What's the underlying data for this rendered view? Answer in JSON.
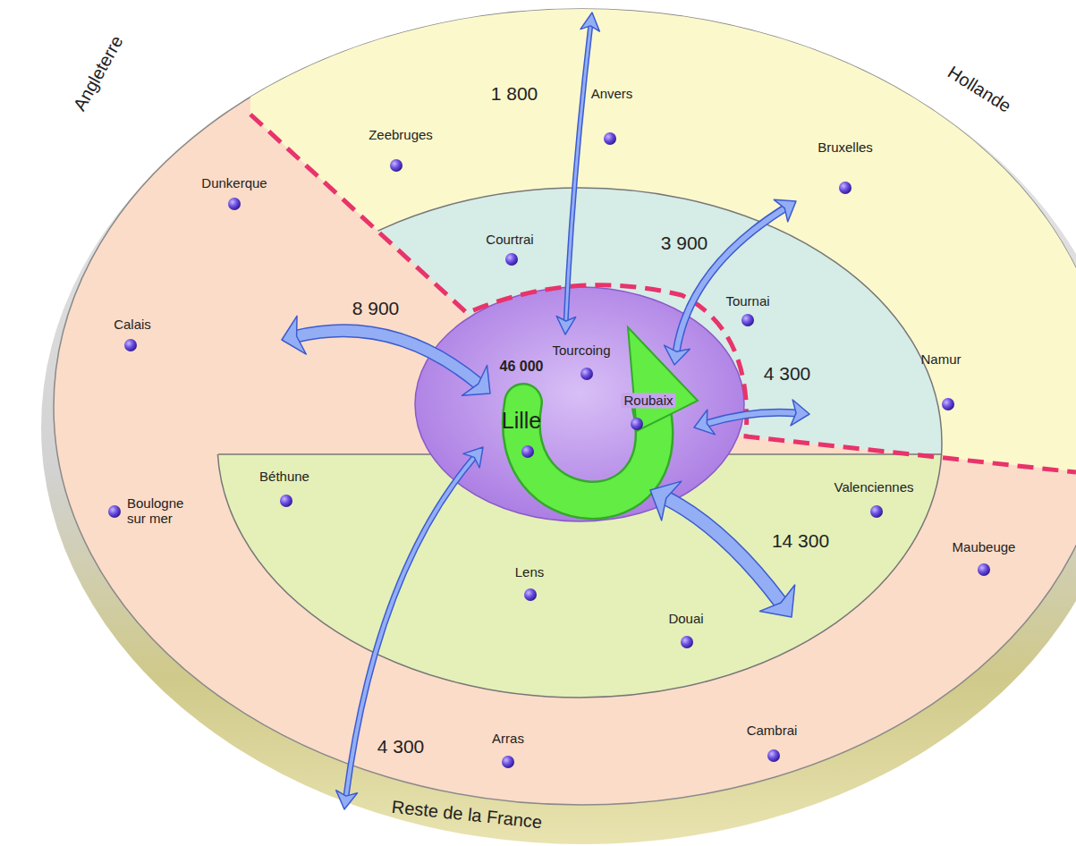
{
  "diagram": {
    "nodes": [
      {
        "text": [
          "Tourcoing",
          "46 000",
          "Roubaix",
          "Lille"
        ]
      }
    ],
    "labels": [
      "Angleterre",
      "Hollande",
      "Reste de la France",
      "1 800",
      "Anvers",
      "Zeebruges",
      "Dunkerque",
      "Bruxelles",
      "Courtrai",
      "3 900",
      "Tournai",
      "8 900",
      "Calais",
      "4 300",
      "Namur",
      "Béthune",
      "Boulogne sur mer",
      "Valenciennes",
      "14 300",
      "Maubeuge",
      "Lens",
      "Douai",
      "4 300",
      "Arras",
      "Cambrai"
    ]
  }
}
